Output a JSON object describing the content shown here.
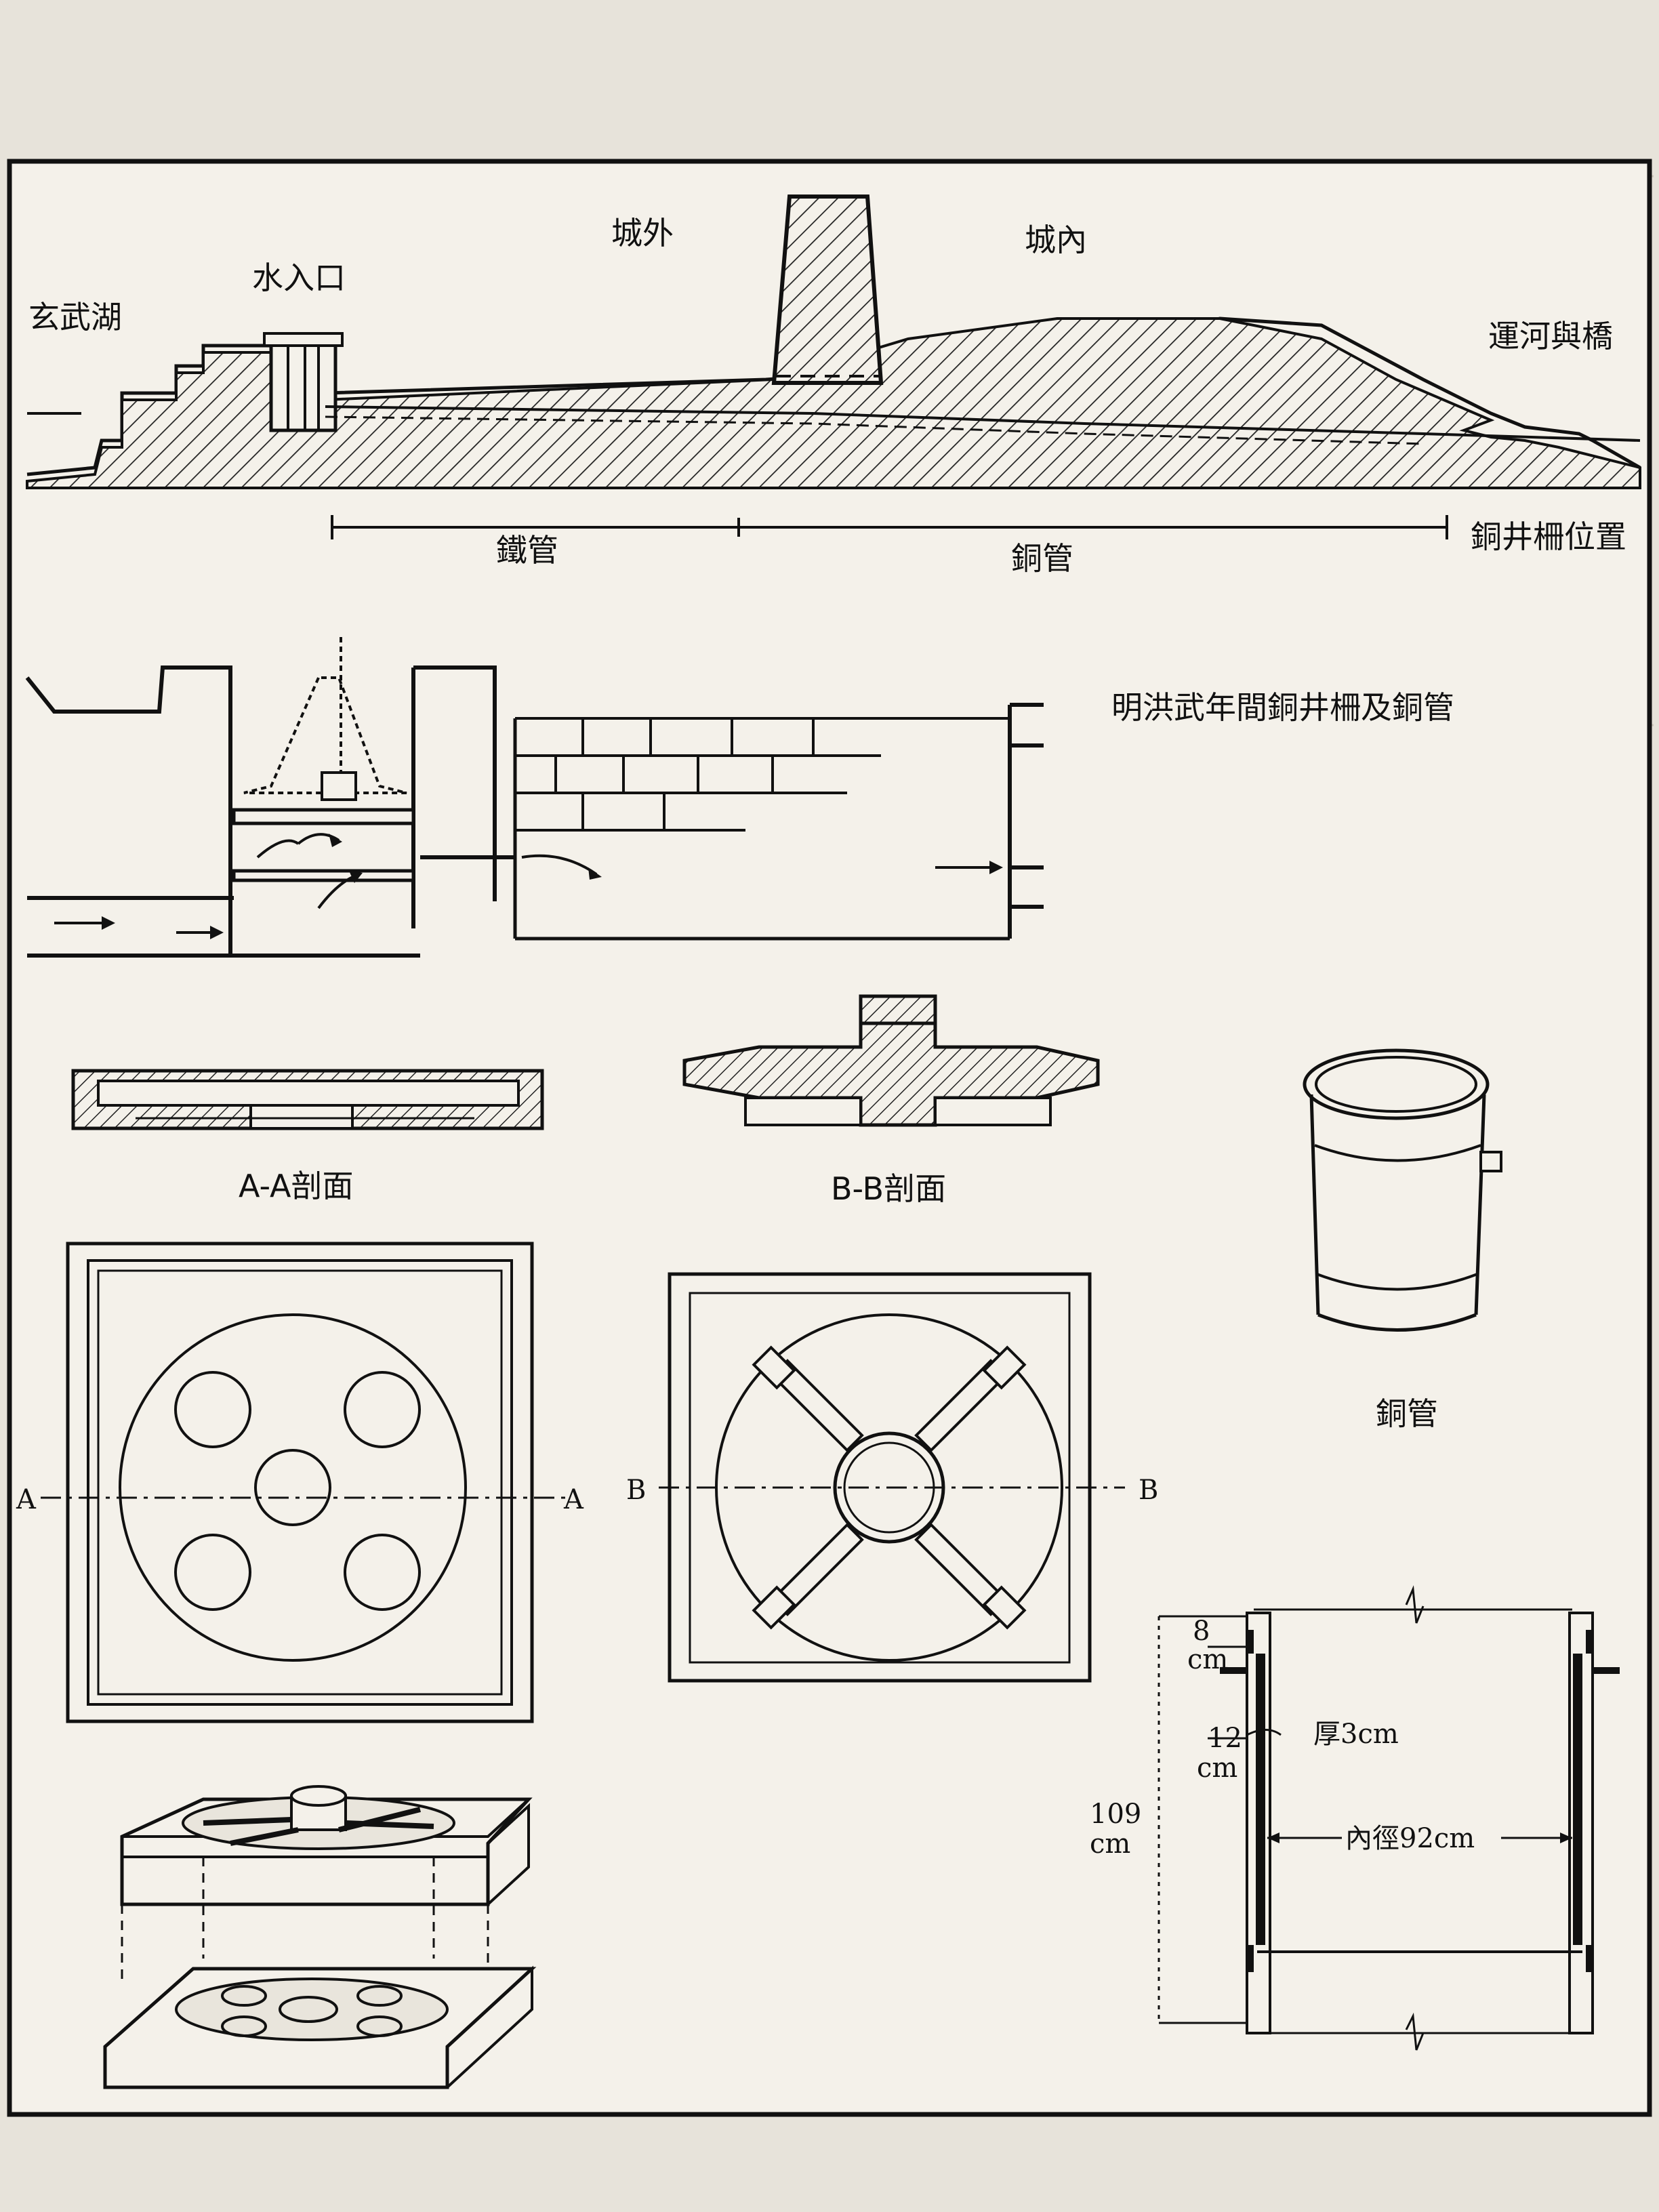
{
  "labels": {
    "xuanwu_lake": "玄武湖",
    "water_inlet": "水入口",
    "outside_city": "城外",
    "inside_city": "城內",
    "canal_bridge": "運河與橋",
    "iron_pipe": "鐵管",
    "copper_pipe": "銅管",
    "copper_grate_position": "銅井柵位置",
    "figure_title": "明洪武年間銅井柵及銅管",
    "section_aa": "A-A剖面",
    "section_bb": "B-B剖面",
    "copper_pipe_detail": "銅管"
  },
  "section_marks": {
    "a_left": "A",
    "a_right": "A",
    "b_left": "B",
    "b_right": "B"
  },
  "dimensions": {
    "top_value": "8",
    "top_unit": "cm",
    "mid_value": "12",
    "mid_unit": "cm",
    "height_value": "109",
    "height_unit": "cm",
    "thickness": "厚3cm",
    "inner_diameter": "內徑92cm"
  }
}
